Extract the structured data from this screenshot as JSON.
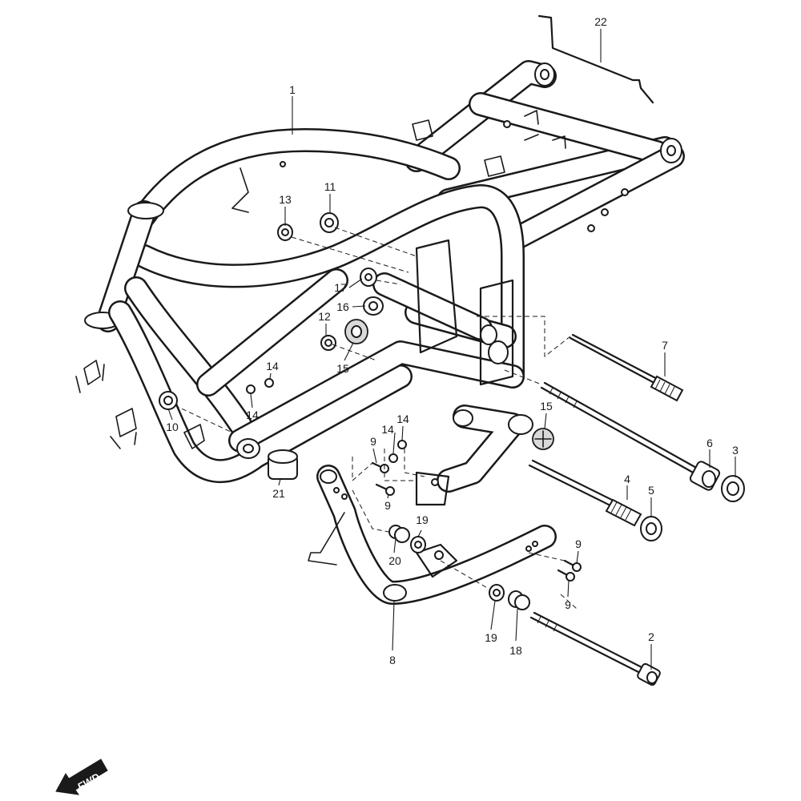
{
  "callouts": [
    "1",
    "2",
    "3",
    "4",
    "5",
    "6",
    "7",
    "8",
    "9",
    "9",
    "9",
    "9",
    "10",
    "11",
    "12",
    "13",
    "14",
    "14",
    "14",
    "14",
    "15",
    "15",
    "16",
    "17",
    "18",
    "19",
    "19",
    "20",
    "21",
    "22"
  ],
  "direction_badge": {
    "label": "FWD"
  }
}
